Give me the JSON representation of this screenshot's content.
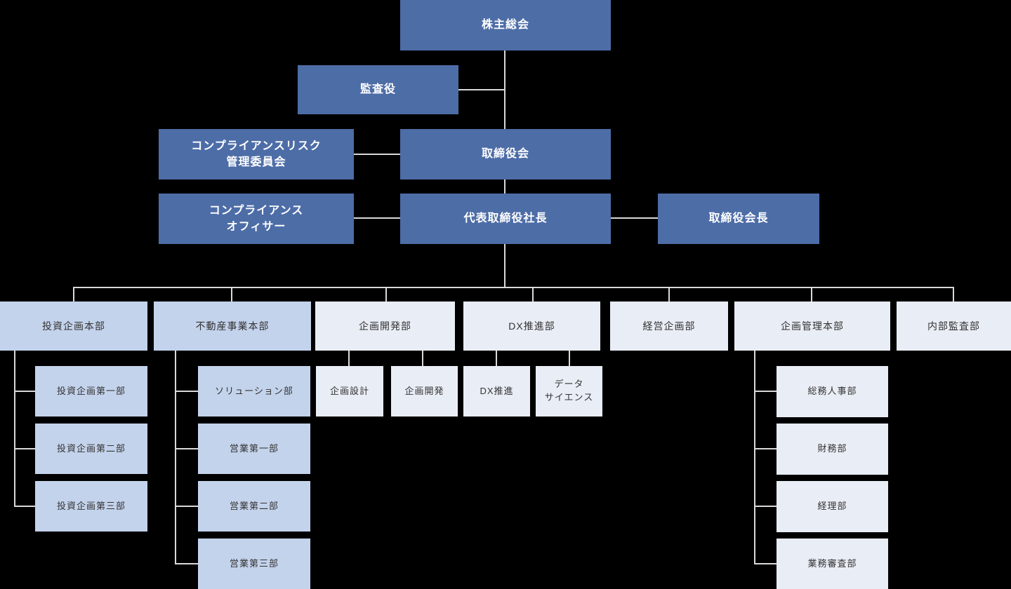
{
  "colors": {
    "background": "#000000",
    "node_primary": "#4d6da7",
    "node_secondary": "#c4d3ec",
    "node_tertiary": "#e9edf5",
    "connector_line": "#d9d9d9",
    "text_on_primary": "#ffffff",
    "text_on_light": "#333333"
  },
  "nodes": {
    "shareholders_meeting": {
      "label": "株主総会"
    },
    "auditor": {
      "label": "監査役"
    },
    "board_of_directors": {
      "label": "取締役会"
    },
    "compliance_risk_committee": {
      "label": "コンプライアンスリスク\n管理委員会"
    },
    "compliance_officer": {
      "label": "コンプライアンス\nオフィサー"
    },
    "president": {
      "label": "代表取締役社長"
    },
    "chairman": {
      "label": "取締役会長"
    },
    "investment_planning_hq": {
      "label": "投資企画本部"
    },
    "real_estate_hq": {
      "label": "不動産事業本部"
    },
    "planning_dev_dept": {
      "label": "企画開発部"
    },
    "dx_promotion_dept": {
      "label": "DX推進部"
    },
    "corporate_planning_dept": {
      "label": "経営企画部"
    },
    "planning_admin_hq": {
      "label": "企画管理本部"
    },
    "internal_audit_dept": {
      "label": "内部監査部"
    },
    "investment_planning_1": {
      "label": "投資企画第一部"
    },
    "investment_planning_2": {
      "label": "投資企画第二部"
    },
    "investment_planning_3": {
      "label": "投資企画第三部"
    },
    "solution_dept": {
      "label": "ソリューション部"
    },
    "sales_1": {
      "label": "営業第一部"
    },
    "sales_2": {
      "label": "営業第二部"
    },
    "sales_3": {
      "label": "営業第三部"
    },
    "plan_design": {
      "label": "企画設計"
    },
    "plan_development": {
      "label": "企画開発"
    },
    "dx_promotion": {
      "label": "DX推進"
    },
    "data_science": {
      "label": "データ\nサイエンス"
    },
    "general_affairs_hr": {
      "label": "総務人事部"
    },
    "finance_dept": {
      "label": "財務部"
    },
    "accounting_dept": {
      "label": "経理部"
    },
    "business_review_dept": {
      "label": "業務審査部"
    }
  },
  "edges": [
    "株主総会→取締役会",
    "監査役—取締役会系統",
    "コンプライアンスリスク管理委員会—取締役会",
    "取締役会→代表取締役社長",
    "コンプライアンスオフィサー—代表取締役社長",
    "代表取締役社長—取締役会長",
    "代表取締役社長→投資企画本部/不動産事業本部/企画開発部/DX推進部/経営企画部/企画管理本部/内部監査部",
    "投資企画本部→投資企画第一部/投資企画第二部/投資企画第三部",
    "不動産事業本部→ソリューション部/営業第一部/営業第二部/営業第三部",
    "企画開発部→企画設計/企画開発",
    "DX推進部→DX推進/データサイエンス",
    "企画管理本部→総務人事部/財務部/経理部/業務審査部"
  ]
}
